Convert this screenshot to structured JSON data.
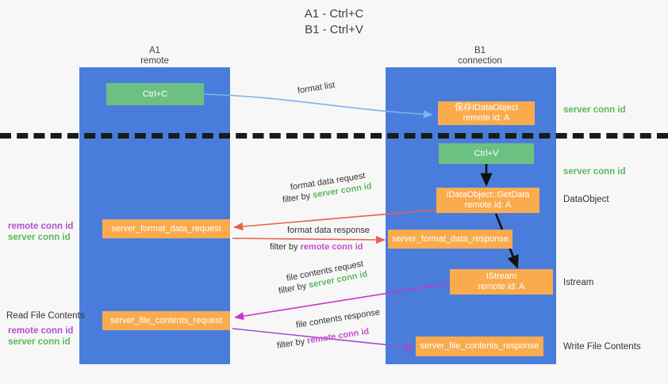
{
  "title": {
    "line1": "A1 - Ctrl+C",
    "line2": "B1 - Ctrl+V"
  },
  "lanes": [
    {
      "id": "a1",
      "name": "A1",
      "sub": "remote",
      "color": "#4a7ddb"
    },
    {
      "id": "b1",
      "name": "B1",
      "sub": "connection",
      "color": "#4a7ddb"
    }
  ],
  "colors": {
    "lane": "#4a7ddb",
    "green_box": "#6cc182",
    "orange_box": "#f9ab4e",
    "server_conn": "#5cb85c",
    "remote_conn": "#b44fd0",
    "arrow_blue": "#7ab4ea",
    "arrow_red": "#e8614d",
    "arrow_black": "#111111",
    "arrow_magenta": "#cc33cc",
    "arrow_purple": "#9b4fd0",
    "divider": "#1a1a1a",
    "background": "#f7f7f7"
  },
  "nodes": {
    "ctrl_c": {
      "label": "Ctrl+C",
      "kind": "green"
    },
    "save_idataobject": {
      "label": "保存IDataObject",
      "sub": "remote id: A",
      "kind": "orange"
    },
    "ctrl_v": {
      "label": "Ctrl+V",
      "kind": "green"
    },
    "getdata": {
      "label": "IDataObject::GetData",
      "sub": "remote id: A",
      "kind": "orange"
    },
    "istream": {
      "label": "IStream",
      "sub": "remote id: A",
      "kind": "orange"
    },
    "server_format_data_request": {
      "label": "server_format_data_request",
      "kind": "orange"
    },
    "server_format_data_response": {
      "label": "server_format_data_response",
      "kind": "orange"
    },
    "server_file_contents_request": {
      "label": "server_file_contents_request",
      "kind": "orange"
    },
    "server_file_contents_response": {
      "label": "server_file_contents_response",
      "kind": "orange"
    }
  },
  "right_labels": {
    "server_conn_id_top": "server conn id",
    "server_conn_id_second": "server conn id",
    "dataobject": "DataObject",
    "istream": "Istream",
    "write_file_contents": "Write File Contents"
  },
  "left_labels": {
    "remote_conn_id_1": "remote conn id",
    "server_conn_id_1": "server conn id",
    "read_file_contents": "Read File Contents",
    "remote_conn_id_2": "remote conn id",
    "server_conn_id_2": "server conn id"
  },
  "edges": {
    "format_list": {
      "caption": "format list"
    },
    "format_data_request": {
      "caption": "format data request",
      "filter_prefix": "filter by",
      "filter_target": "server conn id"
    },
    "format_data_response": {
      "caption": "format data response",
      "filter_prefix": "filter by",
      "filter_target": "remote conn id"
    },
    "file_contents_request": {
      "caption": "file contents request",
      "filter_prefix": "filter by",
      "filter_target": "server conn id"
    },
    "file_contents_response": {
      "caption": "file contents response",
      "filter_prefix": "filter by",
      "filter_target": "remote conn id"
    }
  }
}
